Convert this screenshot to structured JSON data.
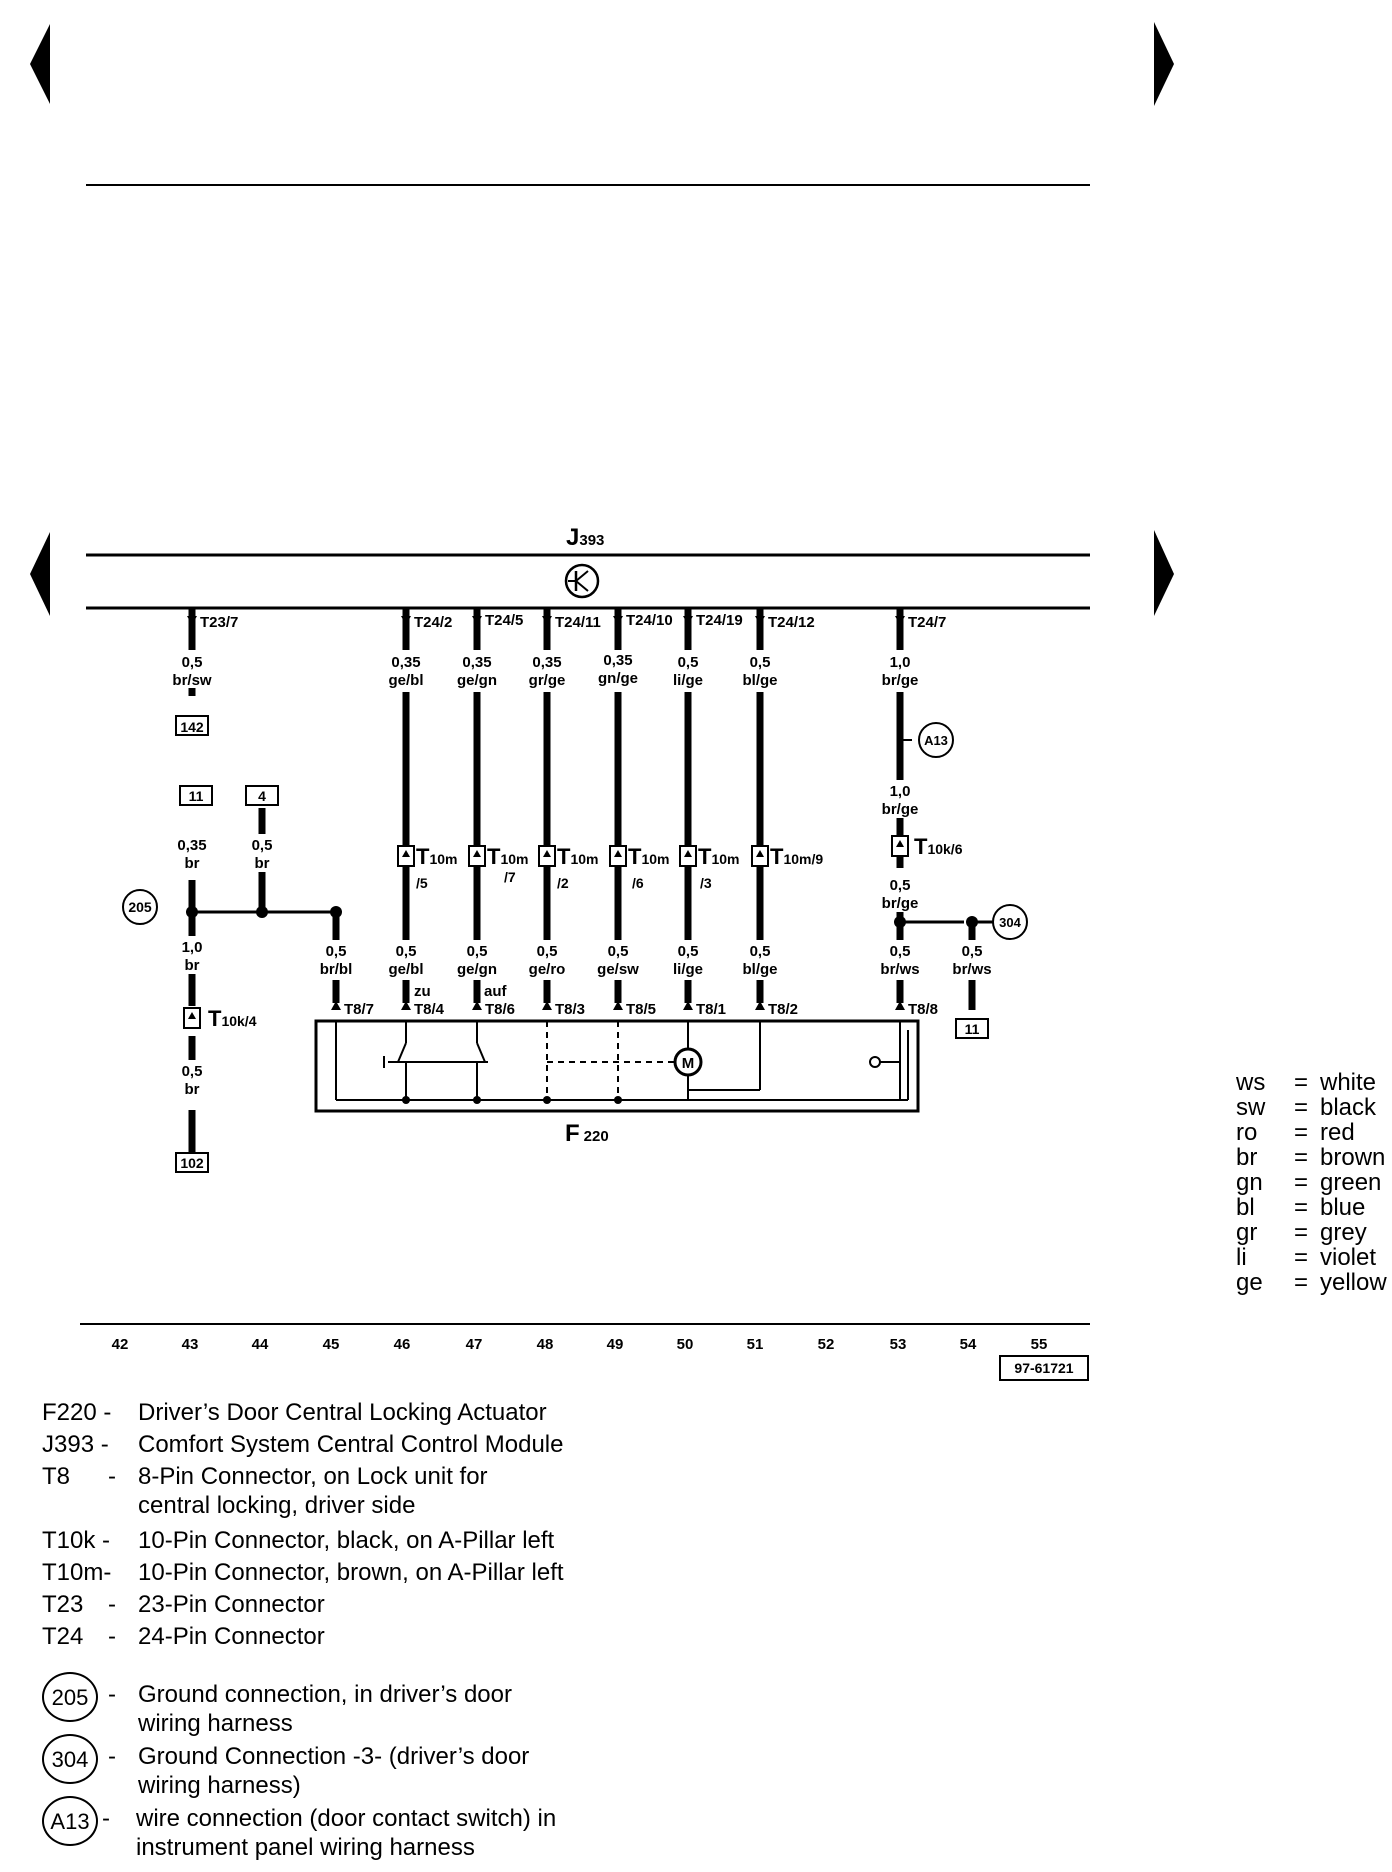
{
  "module": {
    "code": "J",
    "sub": "393"
  },
  "switch": {
    "code": "F",
    "sub": "220"
  },
  "top_pins": [
    "T23/7",
    "T24/2",
    "T24/5",
    "T24/11",
    "T24/10",
    "T24/19",
    "T24/12",
    "T24/7"
  ],
  "upper_wires": [
    {
      "size": "0,5",
      "color": "br/sw"
    },
    {
      "size": "0,35",
      "color": "ge/bl"
    },
    {
      "size": "0,35",
      "color": "ge/gn"
    },
    {
      "size": "0,35",
      "color": "gr/ge"
    },
    {
      "size": "0,35",
      "color": "gn/ge"
    },
    {
      "size": "0,5",
      "color": "li/ge"
    },
    {
      "size": "0,5",
      "color": "bl/ge"
    },
    {
      "size": "1,0",
      "color": "br/ge"
    }
  ],
  "ref_boxes": [
    "142",
    "11",
    "4",
    "102",
    "11"
  ],
  "t10m": {
    "label": "T",
    "sub": "10m",
    "pins": [
      "/5",
      "/7",
      "/2",
      "/6",
      "/3",
      "/9"
    ]
  },
  "t10k4": {
    "label": "T",
    "sub": "10k/4"
  },
  "t10k6": {
    "label": "T",
    "sub": "10k/6"
  },
  "ground_wires": [
    {
      "size": "0,35",
      "color": "br"
    },
    {
      "size": "0,5",
      "color": "br"
    },
    {
      "size": "1,0",
      "color": "br"
    },
    {
      "size": "0,5",
      "color": "br"
    }
  ],
  "a13_wires": [
    {
      "size": "1,0",
      "color": "br/ge"
    },
    {
      "size": "0,5",
      "color": "br/ge"
    }
  ],
  "lower_wires": [
    {
      "size": "0,5",
      "color": "br/bl"
    },
    {
      "size": "0,5",
      "color": "ge/bl"
    },
    {
      "size": "0,5",
      "color": "ge/gn"
    },
    {
      "size": "0,5",
      "color": "ge/ro"
    },
    {
      "size": "0,5",
      "color": "ge/sw"
    },
    {
      "size": "0,5",
      "color": "li/ge"
    },
    {
      "size": "0,5",
      "color": "bl/ge"
    },
    {
      "size": "0,5",
      "color": "br/ws"
    },
    {
      "size": "0,5",
      "color": "br/ws"
    }
  ],
  "t8_pins": [
    "T8/7",
    "T8/4",
    "T8/6",
    "T8/3",
    "T8/5",
    "T8/1",
    "T8/2",
    "T8/8"
  ],
  "zu": "zu",
  "auf": "auf",
  "motor": "M",
  "ground_circles": [
    "205",
    "304",
    "A13"
  ],
  "track_numbers": [
    "42",
    "43",
    "44",
    "45",
    "46",
    "47",
    "48",
    "49",
    "50",
    "51",
    "52",
    "53",
    "54",
    "55"
  ],
  "figure_id": "97-61721",
  "color_legend": [
    {
      "code": "ws",
      "name": "white"
    },
    {
      "code": "sw",
      "name": "black"
    },
    {
      "code": "ro",
      "name": "red"
    },
    {
      "code": "br",
      "name": "brown"
    },
    {
      "code": "gn",
      "name": "green"
    },
    {
      "code": "bl",
      "name": "blue"
    },
    {
      "code": "gr",
      "name": "grey"
    },
    {
      "code": "li",
      "name": "violet"
    },
    {
      "code": "ge",
      "name": "yellow"
    }
  ],
  "component_key": [
    {
      "code": "F220 -",
      "desc": "Driver’s Door Central Locking Actuator"
    },
    {
      "code": "J393 -",
      "desc": "Comfort System Central Control Module"
    },
    {
      "code": "T8",
      "dash": "-",
      "desc": "8-Pin Connector, on Lock unit for central locking, driver side"
    },
    {
      "code": "T10k -",
      "desc": "10-Pin Connector, black, on A-Pillar left"
    },
    {
      "code": "T10m-",
      "desc": "10-Pin Connector, brown, on A-Pillar left"
    },
    {
      "code": "T23",
      "dash": "-",
      "desc": "23-Pin Connector"
    },
    {
      "code": "T24",
      "dash": "-",
      "desc": "24-Pin Connector"
    }
  ],
  "ground_key": [
    {
      "code": "205",
      "desc": "Ground connection, in driver’s door wiring harness"
    },
    {
      "code": "304",
      "desc": "Ground Connection -3- (driver’s door wiring harness)"
    },
    {
      "code": "A13",
      "desc": "wire connection (door contact switch) in instrument panel wiring harness"
    }
  ],
  "dash": "-"
}
